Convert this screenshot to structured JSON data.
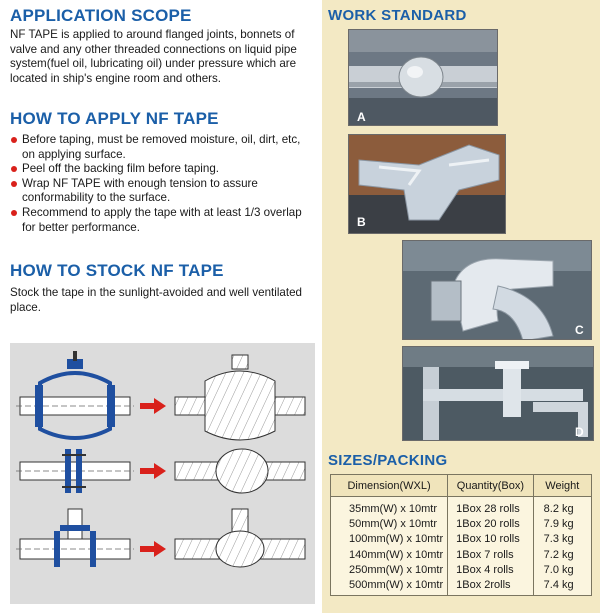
{
  "application_scope": {
    "title": "APPLICATION SCOPE",
    "text": "NF TAPE is applied to around flanged joints, bonnets of valve and any other threaded connections on liquid pipe system(fuel oil, lubricating oil) under pressure which are located in ship's engine room and others."
  },
  "how_to_apply": {
    "title": "HOW TO APPLY NF TAPE",
    "items": [
      "Before taping, must be removed moisture, oil, dirt, etc, on applying surface.",
      "Peel off the backing film before taping.",
      "Wrap NF TAPE with enough tension to assure conformability to the surface.",
      "Recommend to apply the tape with at least 1/3 overlap for better performance."
    ]
  },
  "how_to_stock": {
    "title": "HOW TO STOCK NF TAPE",
    "text": "Stock the tape in the sunlight-avoided and well ventilated place."
  },
  "work_standard": {
    "title": "WORK STANDARD",
    "photos": [
      {
        "label": "A"
      },
      {
        "label": "B"
      },
      {
        "label": "C"
      },
      {
        "label": "D"
      }
    ]
  },
  "sizes_packing": {
    "title": "SIZES/PACKING",
    "headers": [
      "Dimension(WXL)",
      "Quantity(Box)",
      "Weight"
    ],
    "rows": [
      [
        "35mm(W) x 10mtr",
        "1Box 28 rolls",
        "8.2 kg"
      ],
      [
        "50mm(W) x 10mtr",
        "1Box 20 rolls",
        "7.9 kg"
      ],
      [
        "100mm(W) x 10mtr",
        "1Box 10 rolls",
        "7.3 kg"
      ],
      [
        "140mm(W) x 10mtr",
        "1Box 7 rolls",
        "7.2 kg"
      ],
      [
        "250mm(W) x 10mtr",
        "1Box 4 rolls",
        "7.0 kg"
      ],
      [
        "500mm(W) x 10mtr",
        "1Box 2rolls",
        "7.4 kg"
      ]
    ]
  },
  "colors": {
    "heading_blue": "#1b5fa8",
    "bullet_red": "#d9211b",
    "panel_cream": "#f3e9c4",
    "diagram_gray": "#dcdcdc"
  }
}
